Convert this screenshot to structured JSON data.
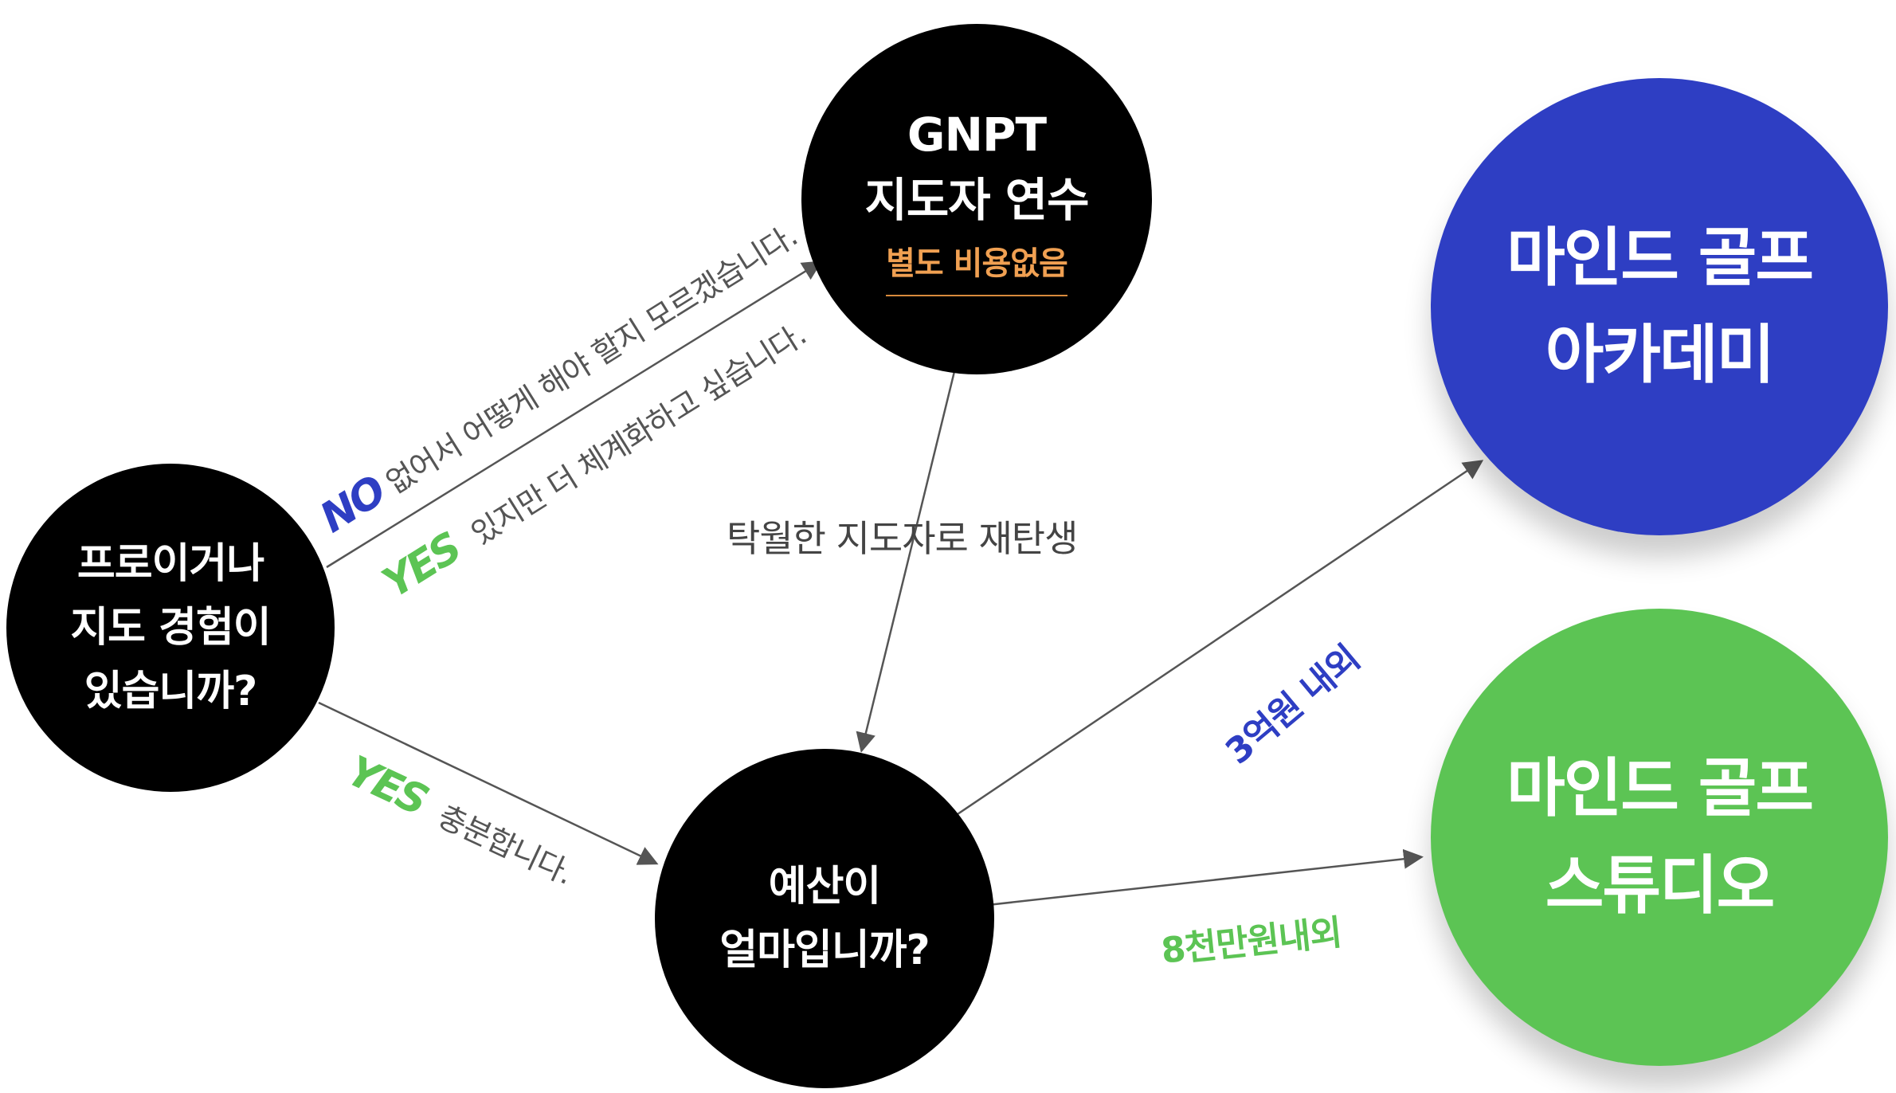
{
  "nodes": {
    "question_experience": {
      "lines": [
        "프로이거나",
        "지도 경험이",
        "있습니까?"
      ]
    },
    "gnpt": {
      "title_lines": [
        "GNPT",
        "지도자 연수"
      ],
      "note": "별도 비용없음"
    },
    "question_budget": {
      "lines": [
        "예산이",
        "얼마입니까?"
      ]
    },
    "academy": {
      "lines": [
        "마인드 골프",
        "아카데미"
      ],
      "color": "#2e3ec3"
    },
    "studio": {
      "lines": [
        "마인드 골프",
        "스튜디오"
      ],
      "color": "#5cc454"
    }
  },
  "edges": {
    "no_path": {
      "keyword": "NO",
      "text": "없어서 어떻게 해야 할지 모르겠습니다."
    },
    "yes_path_gnpt": {
      "keyword": "YES",
      "text": "있지만 더 체계화하고 싶습니다."
    },
    "yes_path_budget": {
      "keyword": "YES",
      "text": "충분합니다."
    },
    "gnpt_to_budget": {
      "text": "탁월한 지도자로 재탄생"
    },
    "budget_to_academy": {
      "text": "3억원 내외"
    },
    "budget_to_studio": {
      "text": "8천만원내외"
    }
  },
  "colors": {
    "blue": "#2e3ec3",
    "green": "#5cc454",
    "orange": "#f0a052",
    "arrow": "#555555"
  }
}
